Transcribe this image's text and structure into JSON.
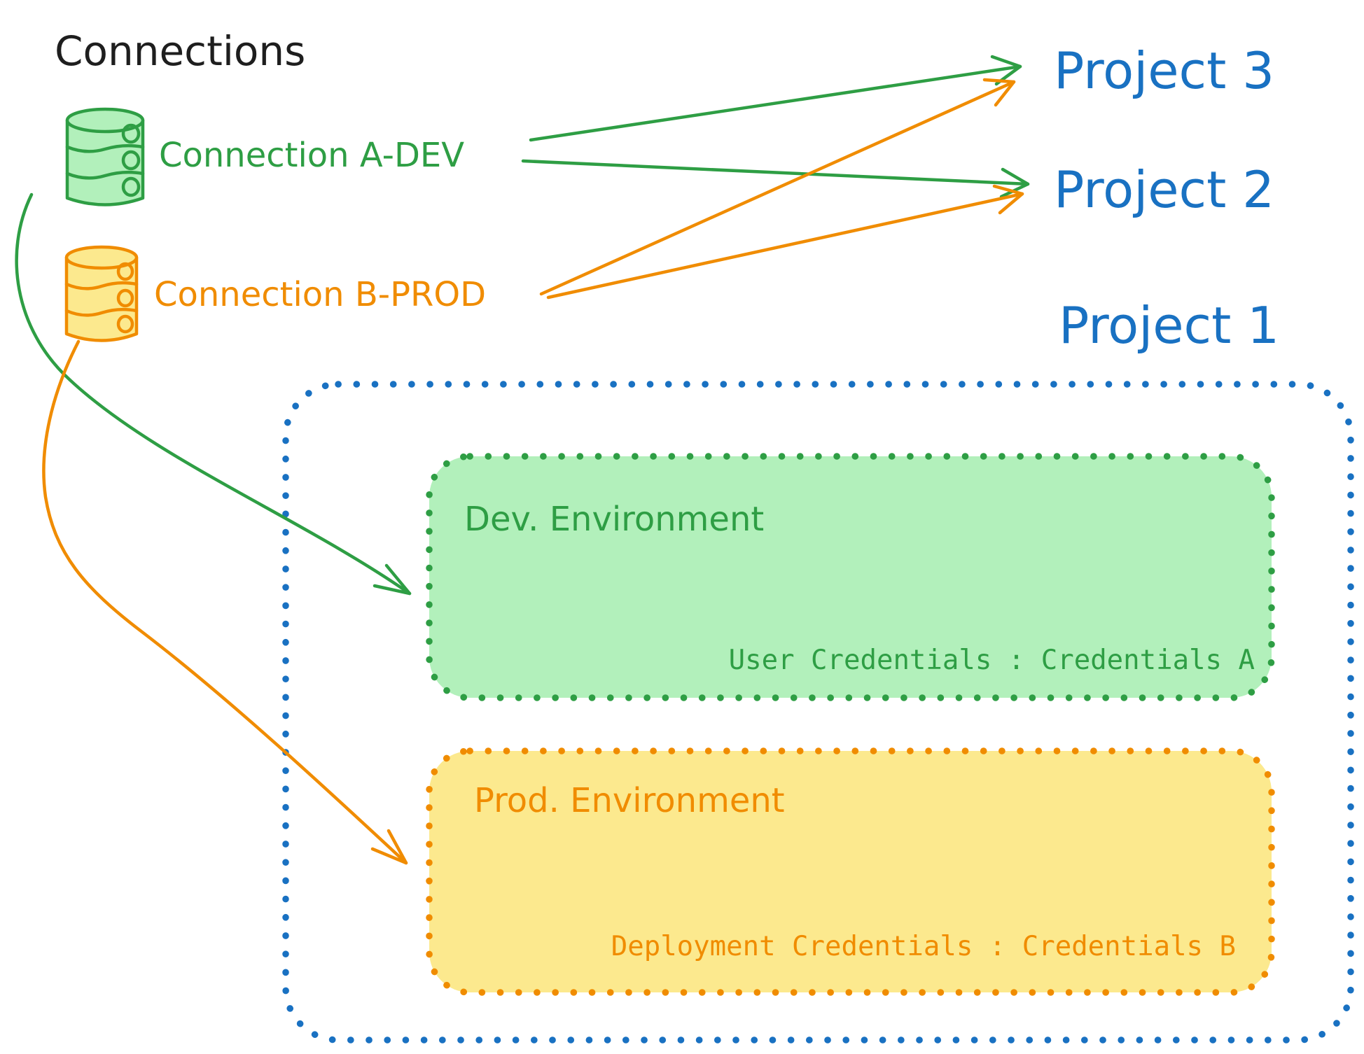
{
  "diagram": {
    "title": "Connections",
    "colors": {
      "ink": "#1e1e1e",
      "green_stroke": "#2e9e44",
      "green_fill": "#b2f0bb",
      "orange_stroke": "#f08c00",
      "yellow_fill": "#fce98e",
      "blue": "#1971c2",
      "background": "#ffffff"
    },
    "connections": [
      {
        "label": "Connection A-DEV",
        "color": "green",
        "icon": "database-cylinder-icon"
      },
      {
        "label": "Connection B-PROD",
        "color": "orange",
        "icon": "database-cylinder-icon"
      }
    ],
    "projects": [
      {
        "label": "Project 3"
      },
      {
        "label": "Project 2"
      },
      {
        "label": "Project 1"
      }
    ],
    "project1": {
      "environments": [
        {
          "title": "Dev. Environment",
          "credentials": "User Credentials : Credentials A",
          "color": "green"
        },
        {
          "title": "Prod. Environment",
          "credentials": "Deployment Credentials : Credentials B",
          "color": "orange"
        }
      ]
    },
    "edges": [
      {
        "from": "Connection A-DEV",
        "to": "Project 3",
        "color": "green",
        "style": "straight"
      },
      {
        "from": "Connection A-DEV",
        "to": "Project 2",
        "color": "green",
        "style": "straight"
      },
      {
        "from": "Connection B-PROD",
        "to": "Project 3",
        "color": "orange",
        "style": "straight"
      },
      {
        "from": "Connection B-PROD",
        "to": "Project 2",
        "color": "orange",
        "style": "straight"
      },
      {
        "from": "Connection A-DEV",
        "to": "Dev. Environment",
        "color": "green",
        "style": "curved"
      },
      {
        "from": "Connection B-PROD",
        "to": "Prod. Environment",
        "color": "orange",
        "style": "curved"
      }
    ]
  }
}
